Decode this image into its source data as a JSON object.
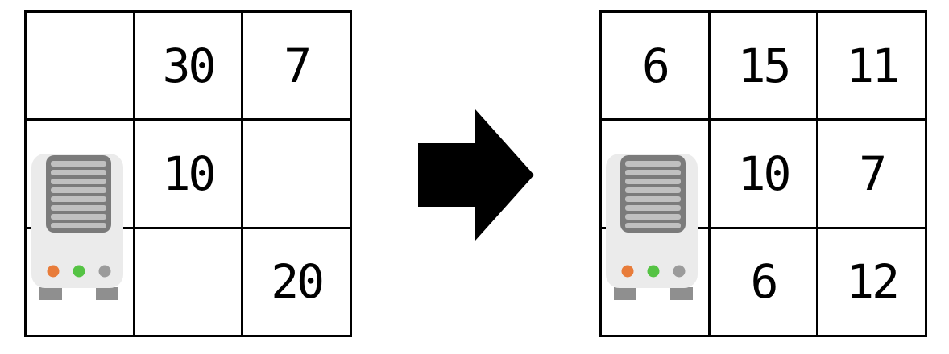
{
  "background_color": "#ffffff",
  "grid_line_color": "#000000",
  "left_grid": {
    "rows": [
      [
        "",
        "30",
        "7"
      ],
      [
        "",
        "10",
        ""
      ],
      [
        "",
        "",
        "20"
      ]
    ]
  },
  "right_grid": {
    "rows": [
      [
        "6",
        "15",
        "11"
      ],
      [
        "",
        "10",
        "7"
      ],
      [
        "",
        "6",
        "12"
      ]
    ]
  },
  "arrow": {
    "name": "right-arrow",
    "direction": "right",
    "color": "#000000"
  },
  "server_icon": {
    "name": "server-icon",
    "body_color": "#ebebeb",
    "vent_frame_color": "#7b7b7b",
    "slat_color": "#c0c0c0",
    "feet_color": "#8f8f8f",
    "light_colors": {
      "orange": "#e87c3a",
      "green": "#55c344",
      "gray": "#9b9b9b"
    }
  }
}
